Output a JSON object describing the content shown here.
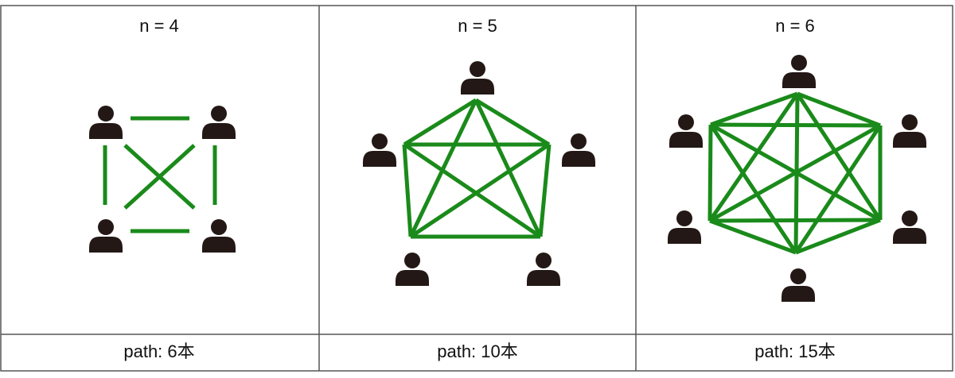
{
  "panels": [
    {
      "title": "n = 4",
      "caption": "path: 6本",
      "n": 4
    },
    {
      "title": "n = 5",
      "caption": "path: 10本",
      "n": 5
    },
    {
      "title": "n = 6",
      "caption": "path: 15本",
      "n": 6
    }
  ],
  "colors": {
    "border": "#555555",
    "edge": "#1a8a1a",
    "person": "#231815",
    "text": "#111111",
    "background": "#ffffff"
  },
  "icons": {
    "node": "person-icon"
  }
}
